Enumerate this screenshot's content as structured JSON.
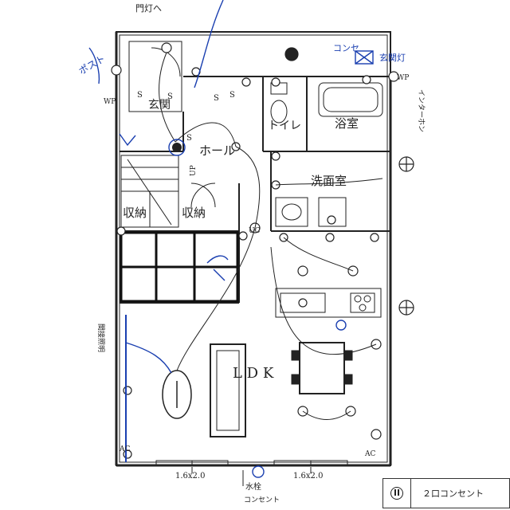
{
  "labels": {
    "gate_light": "門灯へ",
    "gate_light_handwritten": "門灯",
    "mailbox_post": "ポスト",
    "genkan": "玄関",
    "hall": "ホール",
    "toilet": "トイレ",
    "bath": "浴室",
    "washroom": "洗面室",
    "storage_left": "収納",
    "storage_right": "収納",
    "ldk": "L D K",
    "stairs_up": "UP",
    "wp_left": "WP",
    "wp_right": "WP",
    "ac_left": "AC",
    "ac_right": "AC",
    "uc": "UC",
    "switch_s1": "S",
    "switch_s2": "S",
    "switch_s3": "S",
    "switch_s4": "S",
    "switch_s5": "S",
    "window_left_size": "1.6x2.0",
    "window_right_size": "1.6x2.0",
    "water_post": "水栓",
    "outlet_note": "コンセント",
    "intercom_side": "インターホン",
    "left_wall_note": "間接照明",
    "top_outlet_handwritten": "コンセ",
    "top_light_handwritten": "玄関灯"
  },
  "legend": {
    "symbol_name": "double-outlet",
    "text": "２口コンセント"
  },
  "colors": {
    "ink": "#222222",
    "annotation": "#1a3fb0",
    "handwriting": "#1a3fb0"
  }
}
